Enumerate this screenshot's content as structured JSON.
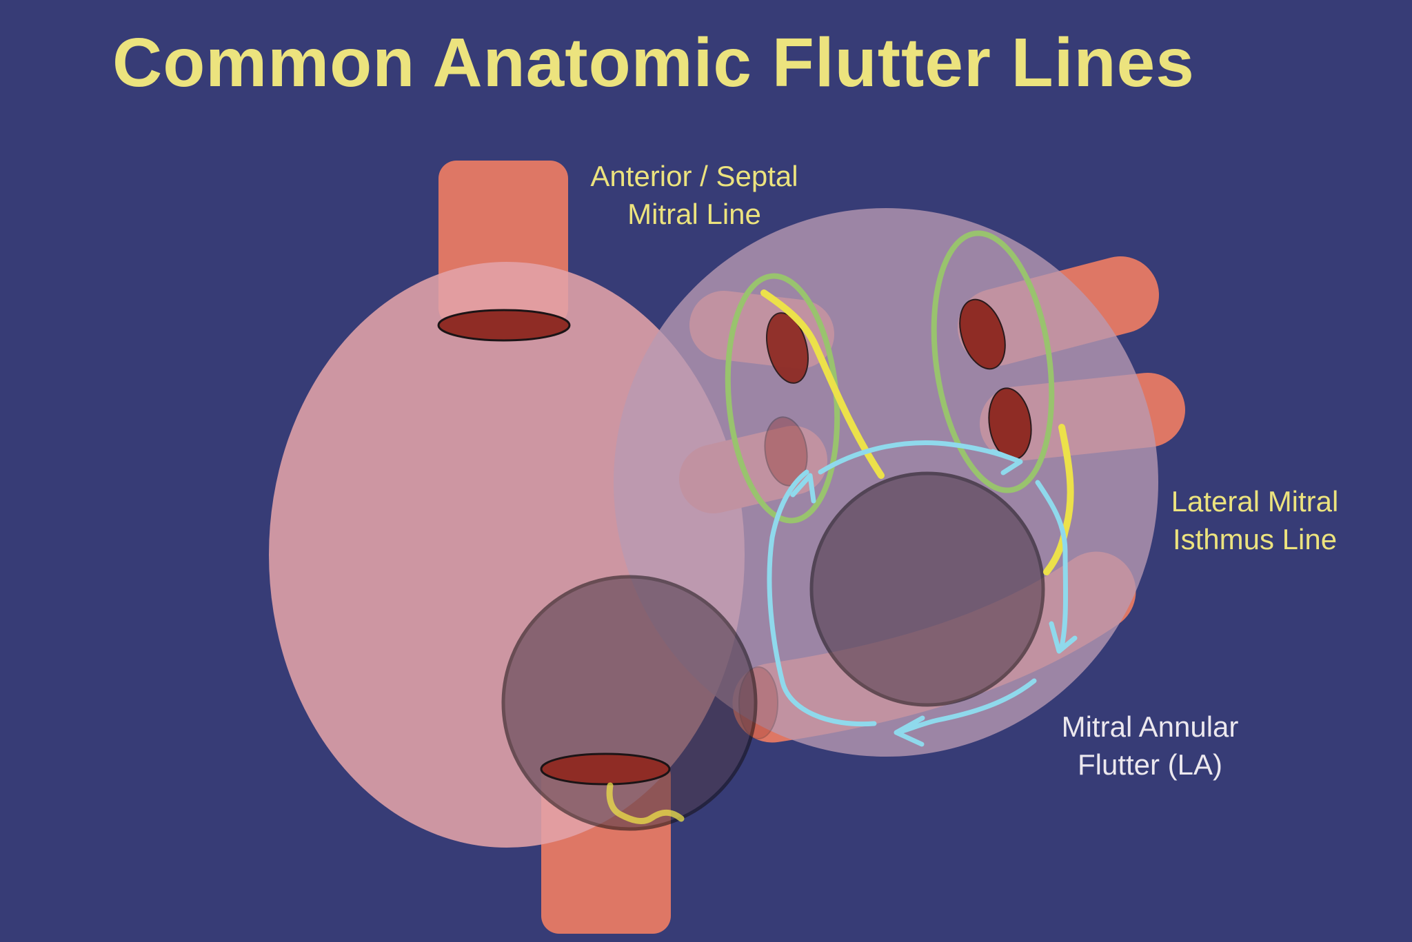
{
  "slide": {
    "title": "Common Anatomic Flutter Lines"
  },
  "labels": {
    "anterior_septal_line": [
      "Anterior / Septal",
      "Mitral Line"
    ],
    "lateral_isthmus_line": [
      "Lateral Mitral",
      "Isthmus Line"
    ],
    "mitral_annular_flutter": [
      "Mitral Annular",
      "Flutter (LA)"
    ]
  },
  "colors": {
    "background": "#373c76",
    "title": "#ece37e",
    "label_yellow": "#ece37e",
    "label_white": "#ece8ee",
    "right_atrium": "#e3a3a8",
    "left_atrium": "#b89ab2",
    "vessel": "#de7765",
    "vessel_ostium": "#8f2c25",
    "valve_annulus": "#4e3a4a",
    "ablation_line": "#ece14a",
    "pv_isolation_ring": "#99c36e",
    "flutter_circuit": "#8fd9ec"
  }
}
